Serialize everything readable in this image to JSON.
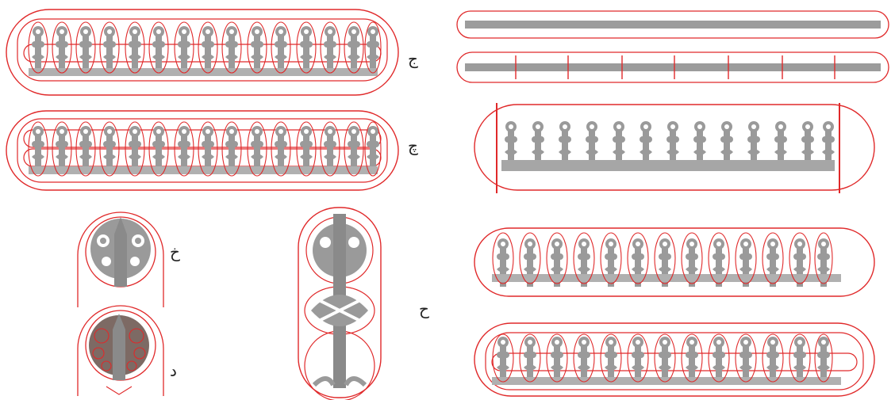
{
  "labels": {
    "jim": "ج",
    "che": "چ",
    "khe": "خ",
    "he": "ح",
    "dal": "د"
  },
  "colors": {
    "outline": "#e0292a",
    "motif": "#9a9a9a",
    "motif_dark": "#7d6a64"
  }
}
